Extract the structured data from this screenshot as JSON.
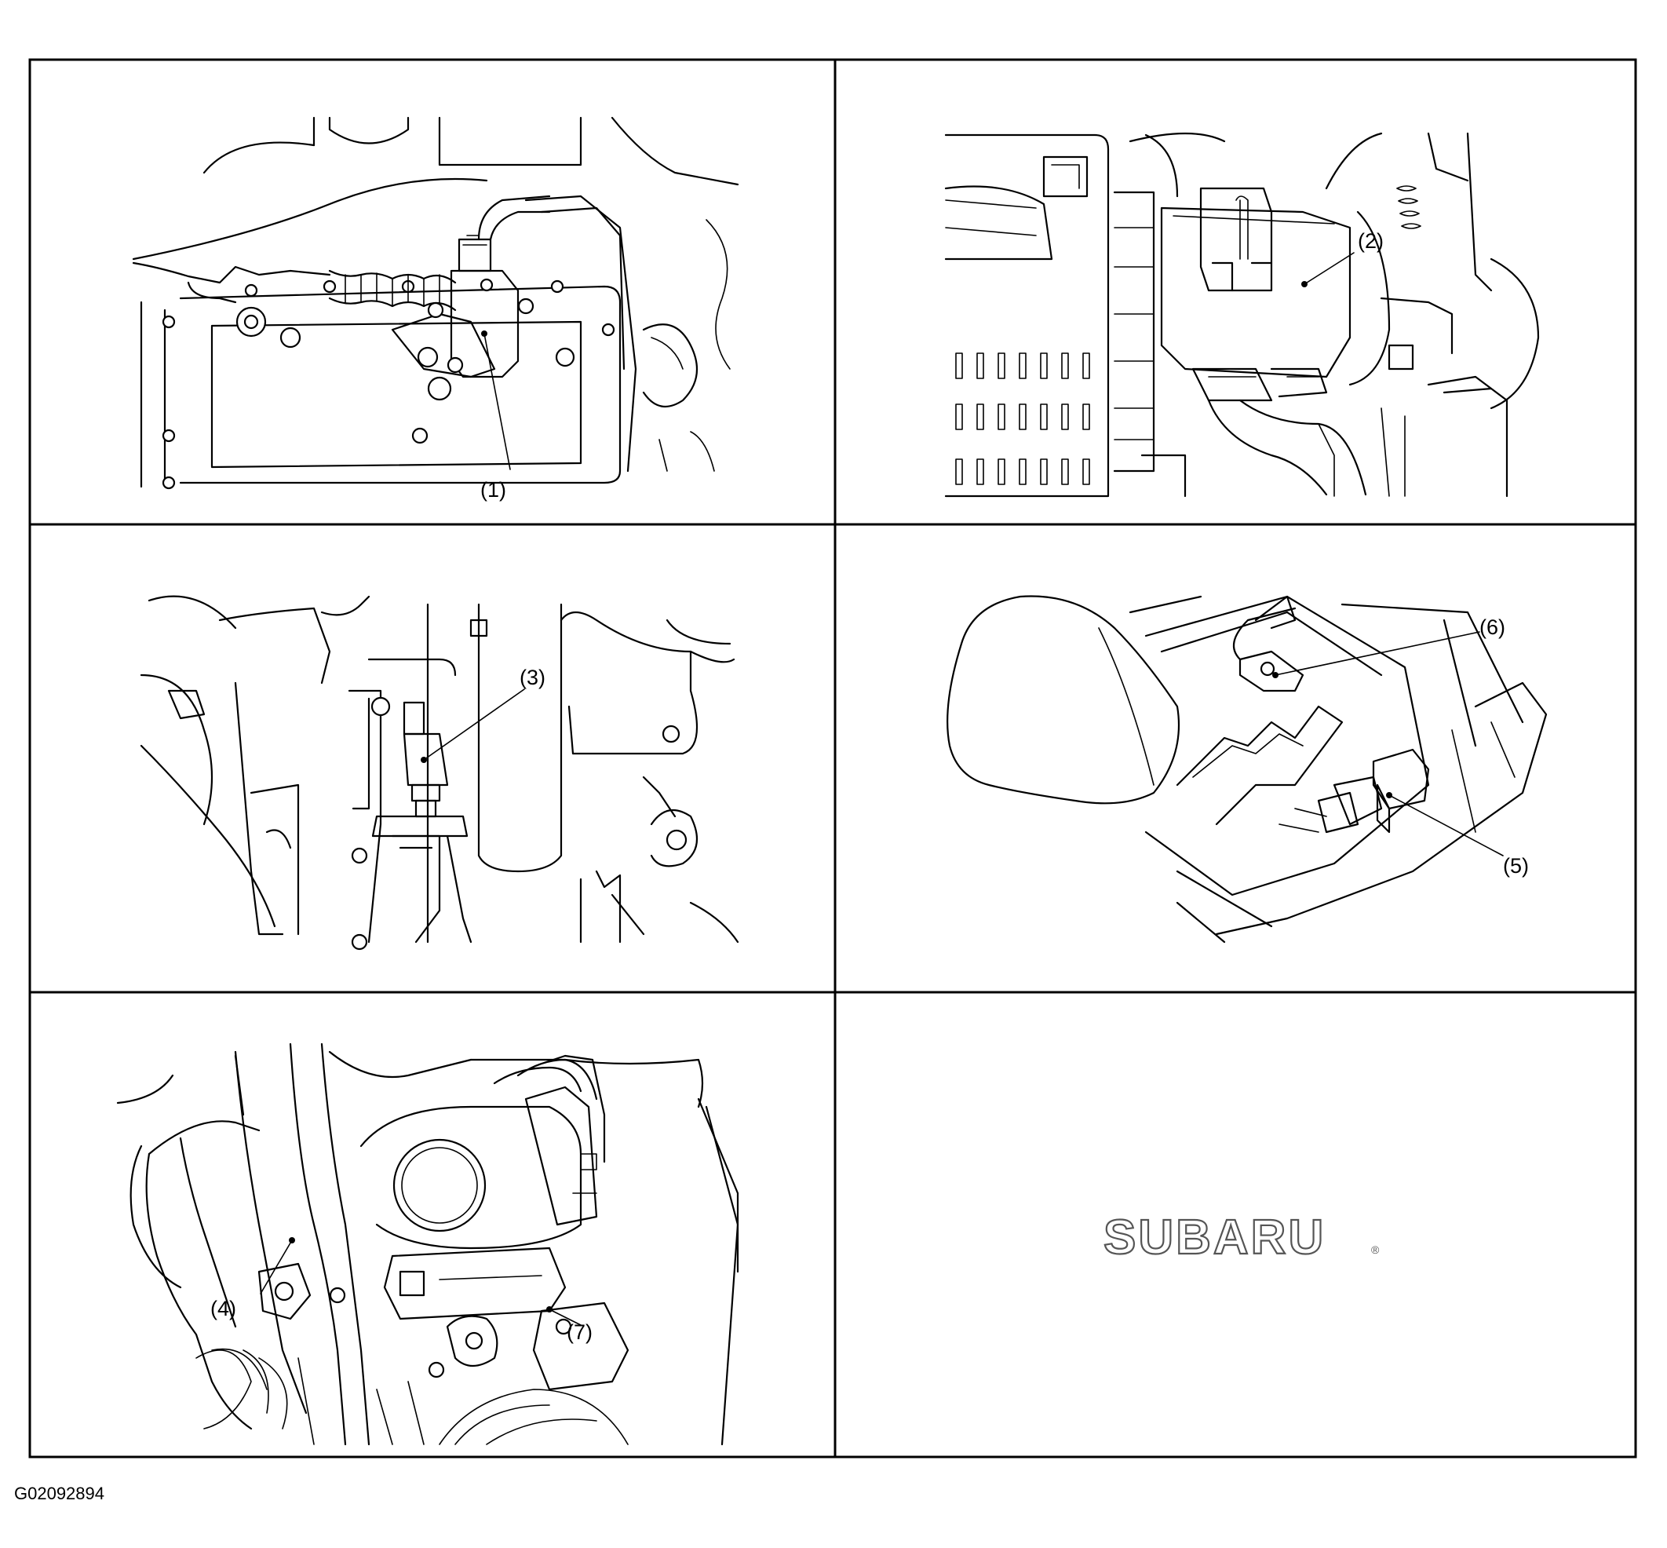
{
  "figure": {
    "code": "G02092894",
    "brand_logo": "SUBARU",
    "callouts": {
      "c1": "(1)",
      "c2": "(2)",
      "c3": "(3)",
      "c4": "(4)",
      "c5": "(5)",
      "c6": "(6)",
      "c7": "(7)"
    }
  }
}
